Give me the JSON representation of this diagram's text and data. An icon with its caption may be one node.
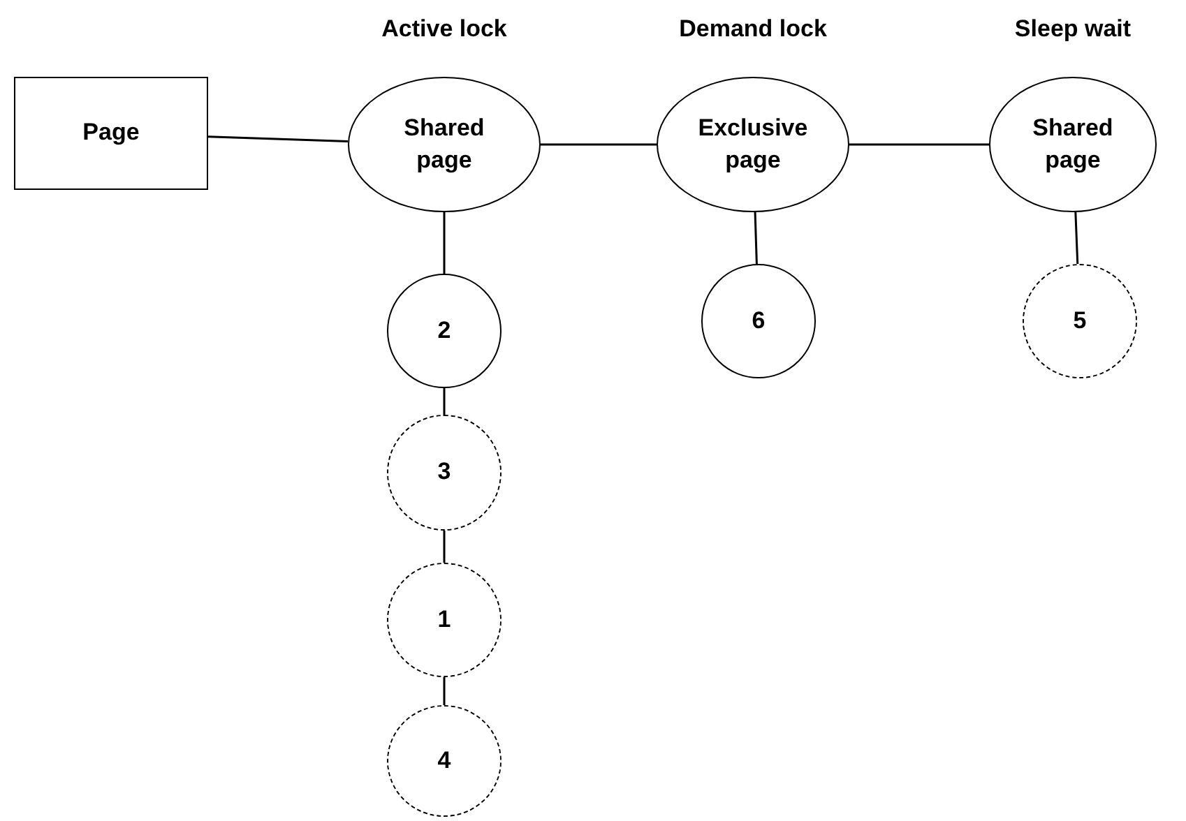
{
  "diagram": {
    "nodes": [
      {
        "text": [
          "Page"
        ]
      },
      {
        "text": [
          "Active lock",
          "Shared page"
        ]
      },
      {
        "text": [
          "Demand lock",
          "Exclusive page"
        ]
      },
      {
        "text": [
          "Sleep wait",
          "Shared page"
        ]
      },
      {
        "text": [
          "2"
        ]
      },
      {
        "text": [
          "3"
        ]
      },
      {
        "text": [
          "1"
        ]
      },
      {
        "text": [
          "4"
        ]
      },
      {
        "text": [
          "6"
        ]
      },
      {
        "text": [
          "5"
        ]
      }
    ],
    "edges": [
      {
        "from": 0,
        "to": 1,
        "arrow": "none"
      },
      {
        "from": 1,
        "to": 2,
        "arrow": "none"
      },
      {
        "from": 2,
        "to": 3,
        "arrow": "none"
      },
      {
        "from": 1,
        "to": 4,
        "arrow": "none"
      },
      {
        "from": 4,
        "to": 5,
        "arrow": "none"
      },
      {
        "from": 5,
        "to": 6,
        "arrow": "none"
      },
      {
        "from": 6,
        "to": 7,
        "arrow": "none"
      },
      {
        "from": 2,
        "to": 8,
        "arrow": "none"
      },
      {
        "from": 3,
        "to": 9,
        "arrow": "none"
      }
    ]
  }
}
